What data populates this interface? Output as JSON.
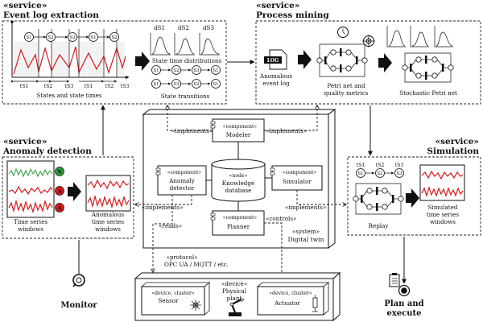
{
  "event_log": {
    "title_stereo": "«service»",
    "title": "Event log extraction",
    "state_labels": [
      "S1",
      "S2",
      "S3",
      "S1",
      "S2"
    ],
    "time_labels": [
      "tS1",
      "tS2",
      "tS3",
      "tS1",
      "tS2",
      "tS3"
    ],
    "chart_caption": "States and state times",
    "dist_labels": [
      "dS1",
      "dS2",
      "dS3"
    ],
    "dist_caption": "State time distributions",
    "trans_caption": "State transitions"
  },
  "process_mining": {
    "title_stereo": "«service»",
    "title": "Process mining",
    "log_icon": "LOG",
    "anomalous_log": "Anomalous\nevent log",
    "petri_caption": "Petri net and\nquality metrics",
    "spn_caption": "Stochastic Petri net"
  },
  "anomaly": {
    "title_stereo": "«service»",
    "title": "Anomaly detection",
    "badges": [
      "N",
      "A",
      "A"
    ],
    "ts_caption": "Time series\nwindows",
    "anom_caption": "Anomalous\ntime series\nwindows"
  },
  "simulation": {
    "title_stereo": "«service»",
    "title": "Simulation",
    "state_labels": [
      "S1",
      "S2",
      "S3"
    ],
    "time_labels": [
      "tS1",
      "tS2",
      "tS3"
    ],
    "replay": "Replay",
    "sim_caption": "Simulated\ntime series\nwindows"
  },
  "digital_twin": {
    "system_stereo": "«system»",
    "system_name": "Digital twin",
    "implements": "«implements»",
    "reads": "«reads»",
    "controls": "«controls»",
    "modeler_stereo": "«component»",
    "modeler": "Modeler",
    "anomaly_stereo": "«component»",
    "anomaly": "Anomaly\ndetector",
    "kb_stereo": "«node»",
    "kb": "Knowledge\ndatabase",
    "sim_stereo": "«component»",
    "sim": "Simulator",
    "planner_stereo": "«component»",
    "planner": "Planner"
  },
  "plant": {
    "protocol_stereo": "«protocol»",
    "protocol": "OPC UA / MQTT / etc.",
    "device_stereo": "«device»",
    "name": "Physical\nplant",
    "sensor_stereo": "«device, cluster»",
    "sensor": "Sensor",
    "actuator_stereo": "«device, cluster»",
    "actuator": "Actuator"
  },
  "actors": {
    "monitor": "Monitor",
    "plan_execute": "Plan and\nexecute"
  },
  "colors": {
    "line": "#111111",
    "accent_red": "#d7191c",
    "accent_green": "#2c9f3a"
  }
}
